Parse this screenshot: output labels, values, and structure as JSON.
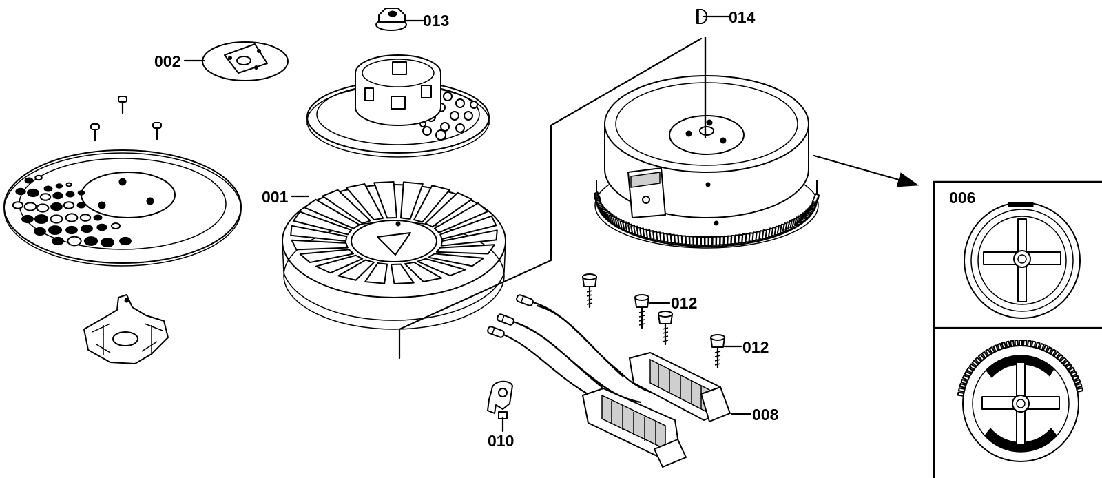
{
  "labels": {
    "p001": "001",
    "p002": "002",
    "p006": "006",
    "p008": "008",
    "p010": "010",
    "p012a": "012",
    "p012b": "012",
    "p013": "013",
    "p014": "014"
  },
  "colors": {
    "ink": "#000000",
    "paper": "#ffffff",
    "shade": "#cfcfcf"
  }
}
